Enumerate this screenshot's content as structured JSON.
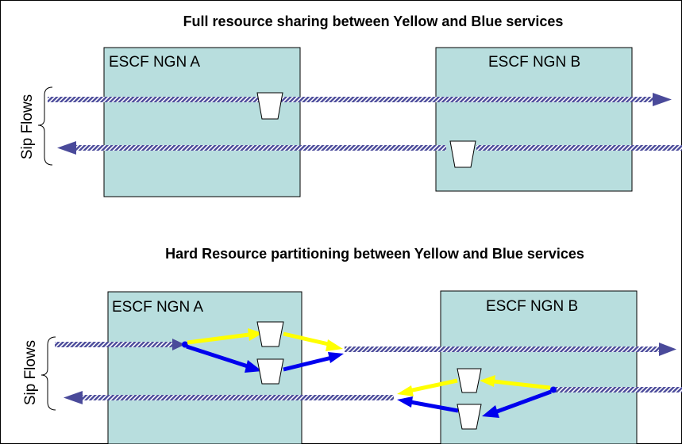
{
  "diagram": {
    "border_color": "#000000",
    "box_fill": "#b8dede",
    "flow_color": "#4a4a9a",
    "yellow_color": "#ffff00",
    "blue_color": "#0000ee",
    "top": {
      "title": "Full resource sharing between Yellow and Blue services",
      "box_a_label": "ESCF  NGN A",
      "box_b_label": "ESCF  NGN B",
      "side_label": "Sip Flows"
    },
    "bottom": {
      "title": "Hard Resource partitioning between Yellow and Blue services",
      "box_a_label": "ESCF  NGN A",
      "box_b_label": "ESCF  NGN B",
      "side_label": "Sip Flows"
    }
  }
}
